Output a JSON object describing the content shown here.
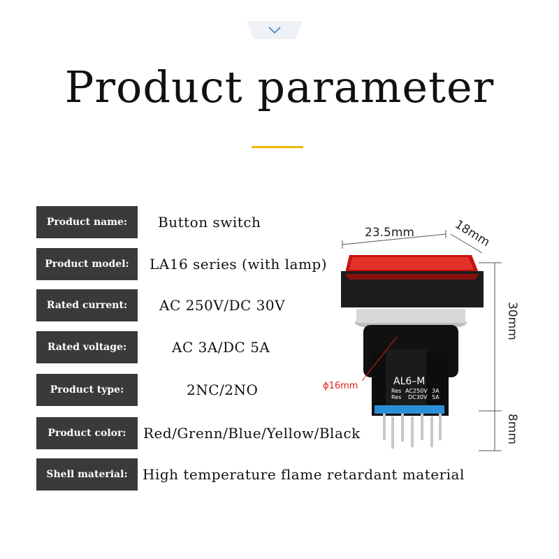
{
  "header": {
    "chevron_icon": "chevron-down-icon",
    "title": "Product parameter",
    "accent_color": "#f2b705"
  },
  "parameters": [
    {
      "label": "Product name:",
      "value": "Button switch"
    },
    {
      "label": "Product model:",
      "value": "LA16 series (with lamp)"
    },
    {
      "label": "Rated current:",
      "value": "AC 250V/DC 30V"
    },
    {
      "label": "Rated voltage:",
      "value": "AC 3A/DC 5A"
    },
    {
      "label": "Product type:",
      "value": "2NC/2NO"
    },
    {
      "label": "Product color:",
      "value": "Red/Grenn/Blue/Yellow/Black"
    },
    {
      "label": "Shell material:",
      "value": "High temperature flame retardant material"
    }
  ],
  "diagram": {
    "width_label": "23.5mm",
    "depth_label": "18mm",
    "height_label": "30mm",
    "pin_label": "8mm",
    "diameter_label": "ϕ16mm",
    "body_model": "AL6–M",
    "body_line1_left": "Res",
    "body_line1_mid": "AC250V",
    "body_line1_right": "3A",
    "body_line2_left": "Res",
    "body_line2_mid": "DC30V",
    "body_line2_right": "5A",
    "cap_color": "#d81616"
  }
}
